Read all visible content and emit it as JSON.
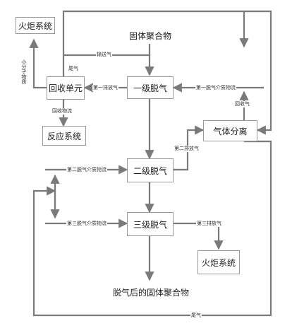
{
  "nodes": {
    "flare_top": "火炬系统",
    "flare_bottom": "火炬系统",
    "polymer_in": "固体聚合物",
    "polymer_out": "脱气后的固体聚合物",
    "recovery_unit": "回收单元",
    "reaction_system": "反应系统",
    "stage1": "一级脱气",
    "stage2": "二级脱气",
    "stage3": "三级脱气",
    "gas_separation": "气体分离"
  },
  "labels": {
    "small_molecule": "小分子物质",
    "tail_gas_top": "尾气",
    "conveying_gas": "输送气",
    "first_exhaust": "第一排放气",
    "first_medium": "第一脱气介质物流",
    "recovery_stream": "回收物流",
    "recycle_gas": "回收气",
    "second_exhaust": "第二排放气",
    "second_medium": "第二脱气介质物流",
    "third_medium": "第三脱气介质物流",
    "third_exhaust": "第三排放气",
    "tail_gas_bottom": "尾气"
  },
  "colors": {
    "line": "#7a7a7a",
    "box_border": "#9a9a9a"
  }
}
